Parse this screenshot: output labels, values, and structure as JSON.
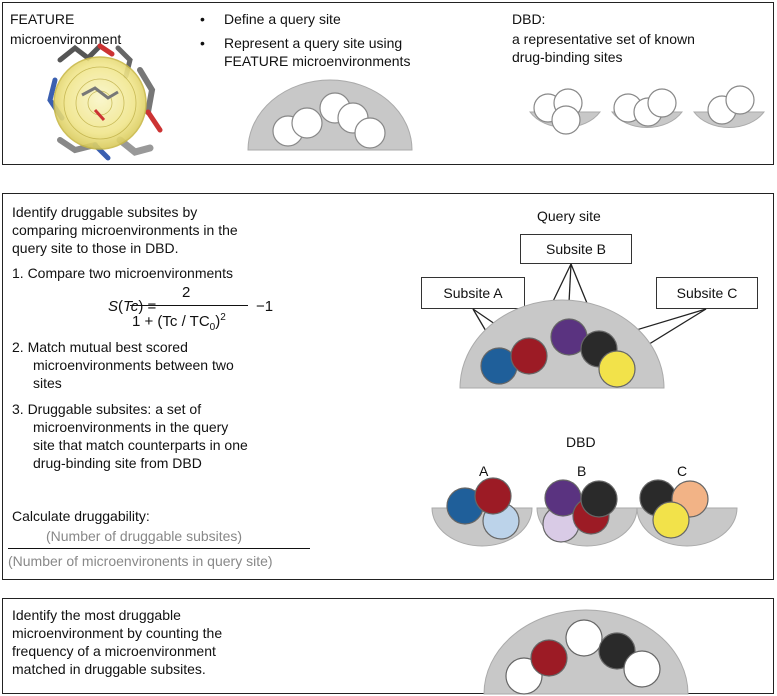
{
  "panel1": {
    "feature_title": "FEATURE",
    "feature_sub": "microenvironment",
    "bullets": [
      "Define a query site",
      "Represent a query site using",
      "FEATURE microenvironments"
    ],
    "dbd_title": "DBD:",
    "dbd_desc": [
      "a representative set of known",
      "drug-binding sites"
    ]
  },
  "panel2": {
    "intro": [
      "Identify druggable subsites by",
      "comparing microenvironments in the",
      "query site to those in DBD."
    ],
    "step1": "1.  Compare two microenvironments",
    "formula": {
      "lhs": "S(Tc) =",
      "numerator": "2",
      "denominator": "1 + (Tc / TC",
      "sub": "0",
      "tail": ")",
      "sup": "2",
      "minus": "−1"
    },
    "step2": [
      "2.  Match mutual best scored",
      "microenvironments between two",
      "sites"
    ],
    "step3": [
      "3.  Druggable subsites: a set of",
      "microenvironments in the query",
      "site that match counterparts in one",
      "drug-binding site from DBD"
    ],
    "calc_label": "Calculate druggability:",
    "calc_num": "(Number of druggable subsites)",
    "calc_den": "(Number of microenvironents in query site)",
    "query_site_label": "Query site",
    "subsite_a": "Subsite A",
    "subsite_b": "Subsite B",
    "subsite_c": "Subsite C",
    "dbd_label": "DBD",
    "dbd_a": "A",
    "dbd_b": "B",
    "dbd_c": "C"
  },
  "panel3": {
    "text": [
      "Identify the most druggable",
      "microenvironment by counting the",
      "frequency of a microenvironment",
      "matched in druggable subsites."
    ]
  },
  "colors": {
    "bowl": "#c8c8c8",
    "blue": "#1f5f9a",
    "red": "#9c1b25",
    "purple": "#5a3380",
    "black": "#2a2a2a",
    "yellow": "#f2e24a",
    "lightblue": "#bcd3ea",
    "lavender": "#d9cbe6",
    "peach": "#f2b386",
    "yellow_sphere": "#f3ec9a"
  }
}
